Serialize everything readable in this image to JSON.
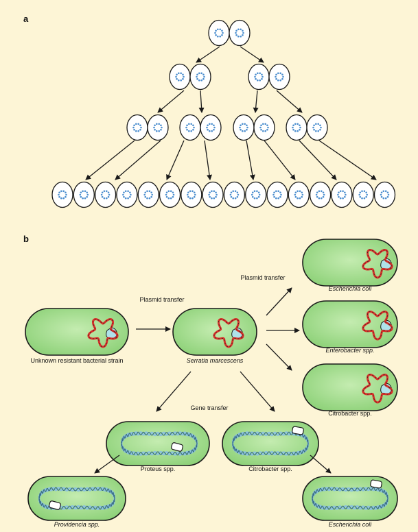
{
  "panels": {
    "a": {
      "letter": "a"
    },
    "b": {
      "letter": "b",
      "transfers": {
        "plasmid_left": "Plasmid transfer",
        "plasmid_right": "Plasmid transfer",
        "gene": "Gene transfer"
      },
      "cells": {
        "unknown": "Unknown resistant bacterial strain",
        "serratia": "Serratia marcescens",
        "ecoli_top": "Escherichia coli",
        "enterobacter": "Enterobacter spp.",
        "citrobacter_plasmid": "Citrobacter spp.",
        "proteus": "Proteus spp.",
        "citrobacter_gene": "Citrobacter spp.",
        "providencia": "Providencia spp.",
        "ecoli_bottom": "Escherichia coli"
      }
    }
  },
  "colors": {
    "background": "#fdf5d6",
    "cell_fill": "#8fd27a",
    "cell_inner": "#c4ecb0",
    "outline": "#1a1a1a",
    "plasmid_red": "#d8312a",
    "plasmid_blue": "#8cc3dc",
    "division_cell": "#ffffff",
    "division_dna": "#4d8fcf",
    "arrow": "#1a1a1a"
  }
}
